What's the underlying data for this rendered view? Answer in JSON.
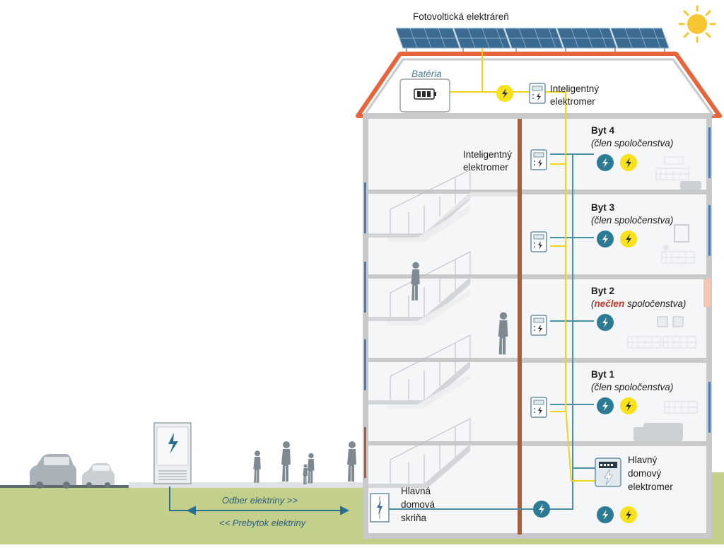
{
  "colors": {
    "grid_line": "#4a8fa8",
    "solar_line": "#f2d31b",
    "roof": "#e8643c",
    "wall": "#c7c9ca",
    "ground": "#b7c77a",
    "bolt_blue": "#2d7a94",
    "bolt_yellow": "#f7e21c"
  },
  "labels": {
    "pv_plant": "Fotovoltická elektráreň",
    "battery": "Batéria",
    "smart_meter_roof_1": "Inteligentný",
    "smart_meter_roof_2": "elektromer",
    "smart_meter_stair_1": "Inteligentný",
    "smart_meter_stair_2": "elektromer",
    "main_meter_1": "Hlavný",
    "main_meter_2": "domový",
    "main_meter_3": "elektromer",
    "main_box_1": "Hlavná",
    "main_box_2": "domová",
    "main_box_3": "skriňa",
    "consumption": "Odber elektriny >>",
    "surplus": "<< Prebytok elektriny"
  },
  "flats": [
    {
      "name": "Byt 4",
      "status_prefix": "(",
      "status_member": "člen",
      "status_rest": " spoločenstva)",
      "member": true
    },
    {
      "name": "Byt 3",
      "status_prefix": "(",
      "status_member": "člen",
      "status_rest": " spoločenstva)",
      "member": true
    },
    {
      "name": "Byt 2",
      "status_prefix": "(",
      "status_member": "nečlen",
      "status_rest": " spoločenstva)",
      "member": false
    },
    {
      "name": "Byt 1",
      "status_prefix": "(",
      "status_member": "člen",
      "status_rest": " spoločenstva)",
      "member": true
    }
  ],
  "icons": {
    "sun": "sun-icon",
    "bolt": "lightning-bolt-icon",
    "meter": "smart-meter-icon",
    "battery": "battery-icon",
    "transformer": "transformer-station-icon",
    "car": "car-icon",
    "person": "person-icon"
  }
}
